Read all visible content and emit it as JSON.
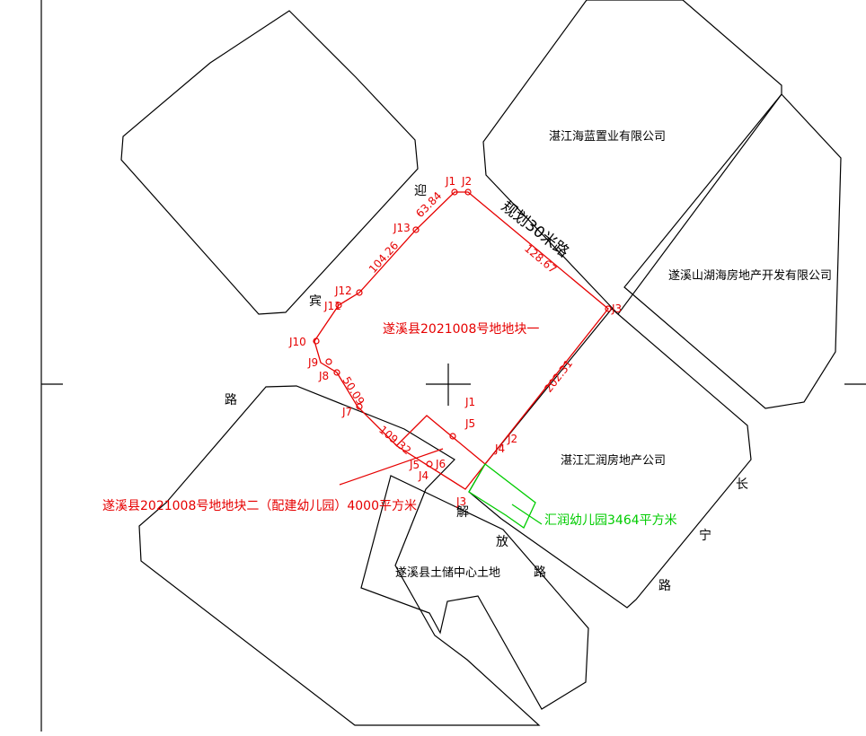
{
  "parcels": {
    "main": "遂溪县2021008号地地块一",
    "kindergarten_parcel": "遂溪县2021008号地地块二（配建幼儿园）4000平方米",
    "kindergarten_green": "汇润幼儿园3464平方米",
    "company_haolan": "湛江海蓝置业有限公司",
    "company_shanhu": "遂溪山湖海房地产开发有限公司",
    "company_huirun": "湛江汇润房地产公司",
    "land_reserve": "遂溪县土储中心土地"
  },
  "roads": {
    "planned": "规划30米路",
    "ying": "迎",
    "bin": "宾",
    "lu_left": "路",
    "jie": "解",
    "fang": "放",
    "lu_mid": "路",
    "chang": "长",
    "ning": "宁",
    "lu_right": "路"
  },
  "points": {
    "j1": "J1",
    "j2": "J2",
    "j3": "J3",
    "j7": "J7",
    "j8": "J8",
    "j9": "J9",
    "j10": "J10",
    "j11": "J11",
    "j12": "J12",
    "j13": "J13",
    "sub_j1": "J1",
    "sub_j5": "J5",
    "sub_j2": "J2",
    "sub_j4": "J4",
    "sub_j5b": "J5",
    "sub_j6": "J6",
    "sub_j4b": "J4",
    "sub_j3": "J3"
  },
  "distances": {
    "d_j13_j1": "63.84",
    "d_j2_j3": "128.67",
    "d_j11_j13": "104.26",
    "d_j3_j4": "202.31",
    "d_j8_j7": "50.09",
    "d_j7_j5": "109.32"
  },
  "colors": {
    "boundary": "#e60000",
    "kindergarten": "#00cc00",
    "base_lines": "#000000"
  }
}
